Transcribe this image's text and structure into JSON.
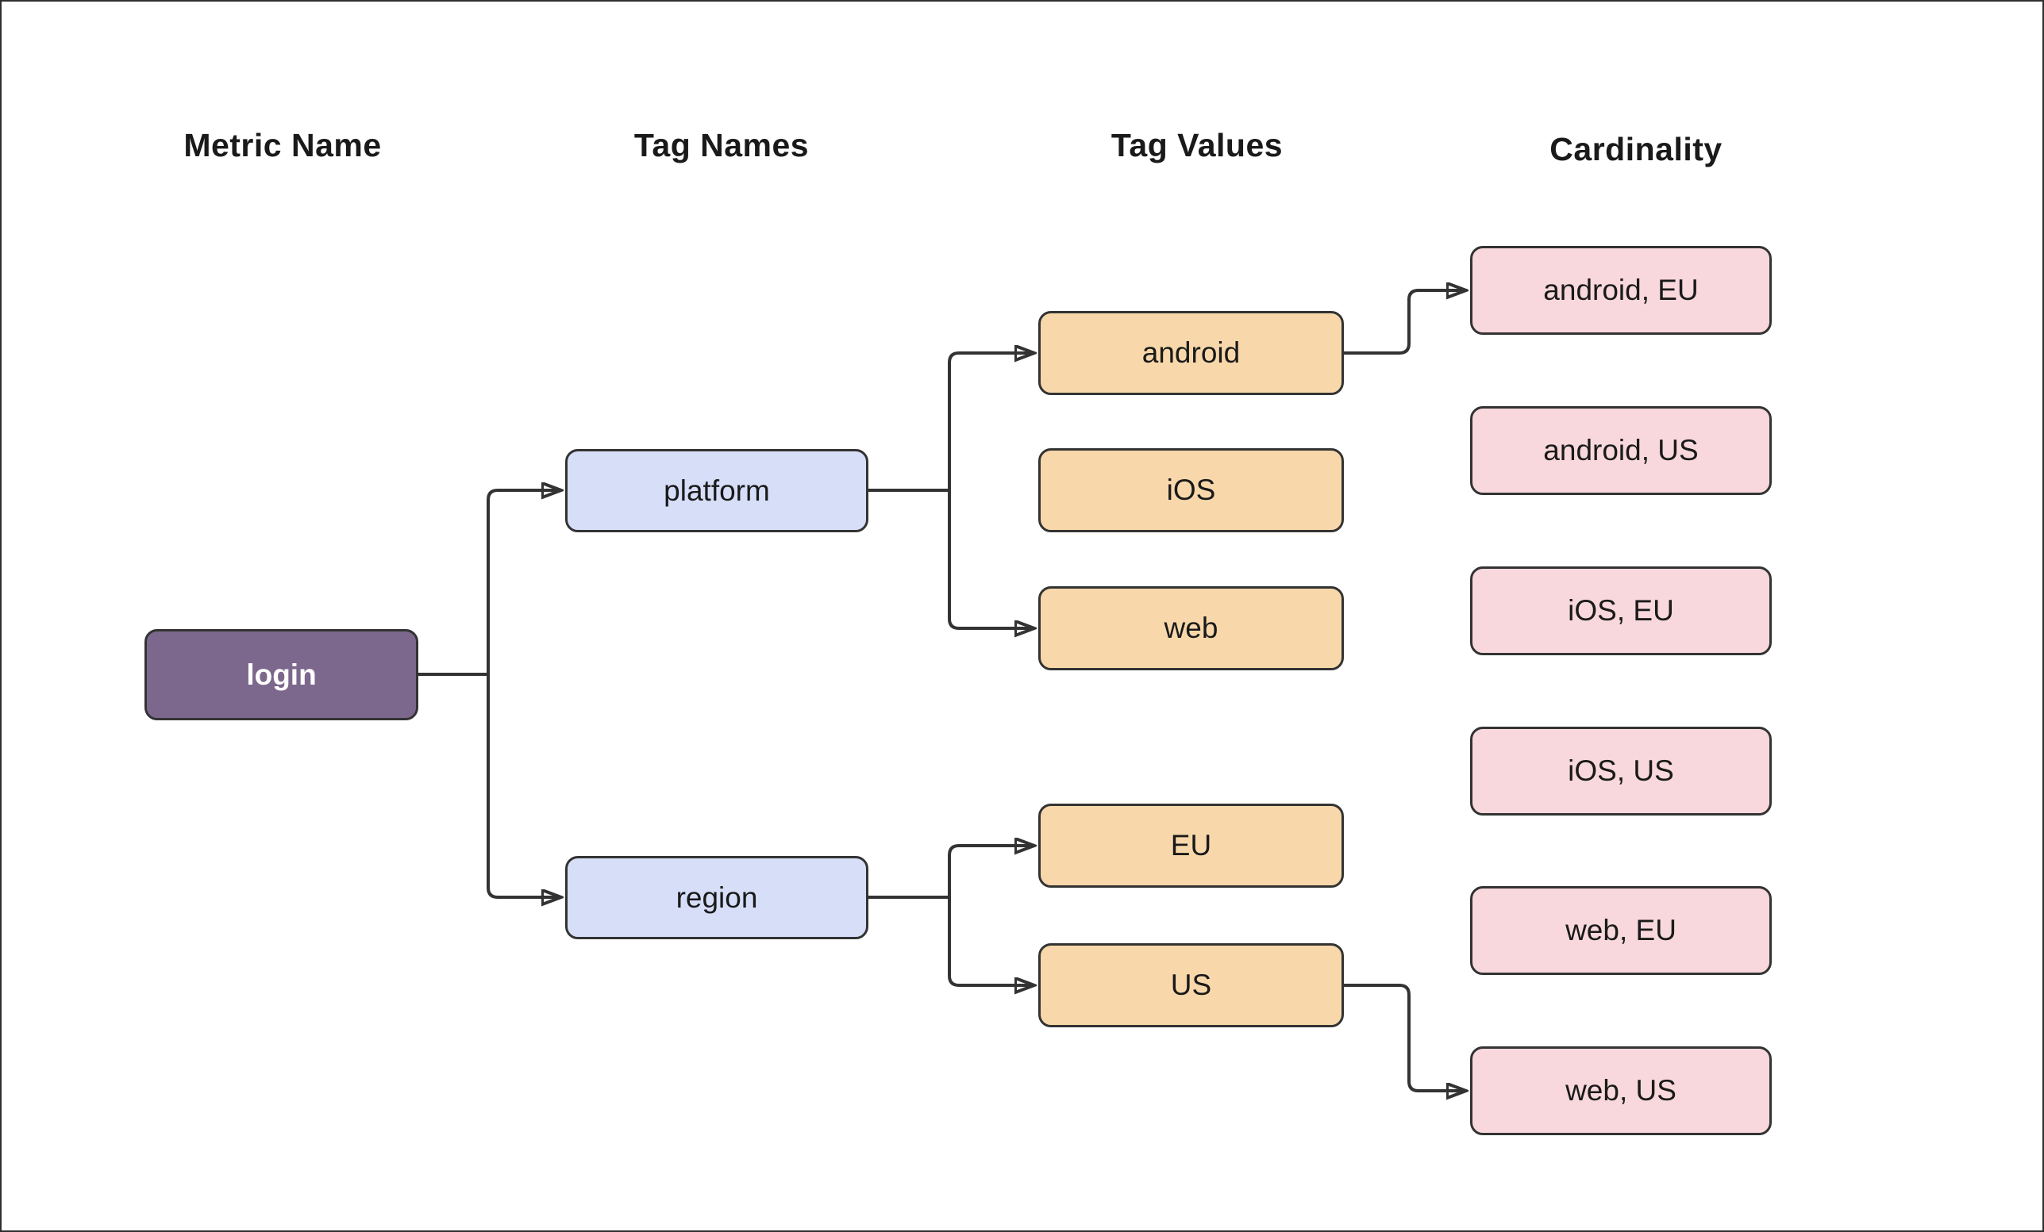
{
  "headers": {
    "metric_name": "Metric Name",
    "tag_names": "Tag Names",
    "tag_values": "Tag Values",
    "cardinality": "Cardinality"
  },
  "nodes": {
    "login": "login",
    "platform": "platform",
    "region": "region",
    "android": "android",
    "ios": "iOS",
    "web": "web",
    "eu": "EU",
    "us": "US",
    "android_eu": "android, EU",
    "android_us": "android, US",
    "ios_eu": "iOS, EU",
    "ios_us": "iOS, US",
    "web_eu": "web, EU",
    "web_us": "web, US"
  },
  "edges": [
    {
      "from": "login",
      "to": "platform"
    },
    {
      "from": "login",
      "to": "region"
    },
    {
      "from": "platform",
      "to": "android"
    },
    {
      "from": "platform",
      "to": "web"
    },
    {
      "from": "region",
      "to": "EU"
    },
    {
      "from": "region",
      "to": "US"
    },
    {
      "from": "android",
      "to": "android, EU"
    },
    {
      "from": "US",
      "to": "web, US"
    }
  ],
  "colors": {
    "metric_fill": "#7c678d",
    "metric_text": "#ffffff",
    "tag_name_fill": "#d6def8",
    "tag_value_fill": "#f8d8aa",
    "cardinality_fill": "#f8d8dc",
    "node_border": "#333333",
    "edge": "#333333",
    "text": "#1a1a1a",
    "frame_border": "#2f2f2f",
    "background": "#ffffff"
  }
}
